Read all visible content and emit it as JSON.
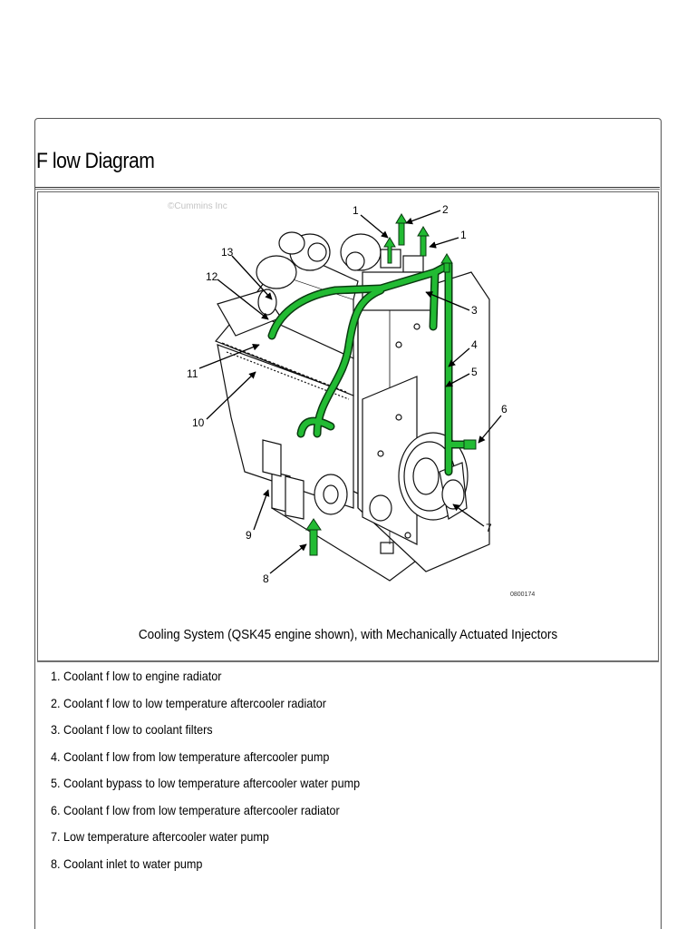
{
  "page": {
    "title": "F low  Diagram",
    "caption": "Cooling System (QSK45 engine shown), with Mechanically Actuated Injectors"
  },
  "figure": {
    "watermark": "©Cummins Inc",
    "figure_id": "0800174",
    "callouts": [
      "1",
      "2",
      "1",
      "3",
      "4",
      "5",
      "6",
      "7",
      "8",
      "9",
      "10",
      "11",
      "12",
      "13"
    ],
    "coolant_color": "#22bb33"
  },
  "legend": [
    "1. Coolant f low  to engine radiator",
    "2. Coolant f low  to  low  temperature aftercooler radiator",
    "3. Coolant f low  to coolant filters",
    "4. Coolant f low  from  low  temperature aftercooler pump",
    "5. Coolant bypass to  low  temperature aftercooler water pump",
    "6. Coolant f low  from  low  temperature aftercooler radiator",
    "7.  Low  temperature aftercooler water pump",
    "8. Coolant inlet to water pump"
  ]
}
